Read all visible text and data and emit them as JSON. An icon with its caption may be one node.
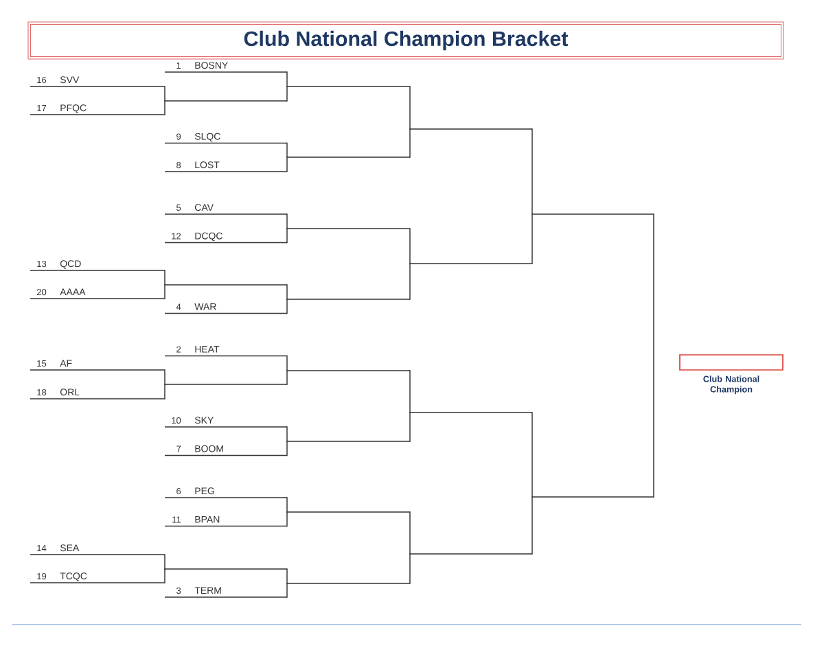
{
  "diagram": {
    "title": "Club National Champion Bracket",
    "nodes": [
      {
        "text": [
          "16",
          "SVV"
        ]
      },
      {
        "text": [
          "17",
          "PFQC"
        ]
      },
      {
        "text": [
          "13",
          "QCD"
        ]
      },
      {
        "text": [
          "20",
          "AAAA"
        ]
      },
      {
        "text": [
          "15",
          "AF"
        ]
      },
      {
        "text": [
          "18",
          "ORL"
        ]
      },
      {
        "text": [
          "14",
          "SEA"
        ]
      },
      {
        "text": [
          "19",
          "TCQC"
        ]
      },
      {
        "text": [
          "1",
          "BOSNY"
        ]
      },
      {
        "text": [],
        "shape": "line"
      },
      {
        "text": [
          "9",
          "SLQC"
        ]
      },
      {
        "text": [
          "8",
          "LOST"
        ]
      },
      {
        "text": [
          "5",
          "CAV"
        ]
      },
      {
        "text": [
          "12",
          "DCQC"
        ]
      },
      {
        "text": [],
        "shape": "line"
      },
      {
        "text": [
          "4",
          "WAR"
        ]
      },
      {
        "text": [
          "2",
          "HEAT"
        ]
      },
      {
        "text": [],
        "shape": "line"
      },
      {
        "text": [
          "10",
          "SKY"
        ]
      },
      {
        "text": [
          "7",
          "BOOM"
        ]
      },
      {
        "text": [
          "6",
          "PEG"
        ]
      },
      {
        "text": [
          "11",
          "BPAN"
        ]
      },
      {
        "text": [],
        "shape": "line"
      },
      {
        "text": [
          "3",
          "TERM"
        ]
      },
      {
        "text": [],
        "shape": "line"
      },
      {
        "text": [],
        "shape": "line"
      },
      {
        "text": [],
        "shape": "line"
      },
      {
        "text": [],
        "shape": "line"
      },
      {
        "text": [],
        "shape": "line"
      },
      {
        "text": [],
        "shape": "line"
      },
      {
        "text": [],
        "shape": "line"
      },
      {
        "text": [],
        "shape": "line"
      },
      {
        "text": [],
        "shape": "line"
      },
      {
        "text": [],
        "shape": "line"
      },
      {
        "text": [],
        "shape": "line"
      },
      {
        "text": [],
        "shape": "line"
      },
      {
        "text": [],
        "shape": "line"
      },
      {
        "text": [],
        "shape": "line"
      },
      {
        "text": [],
        "shape": "box",
        "beside": [
          "Club National Champion"
        ]
      }
    ],
    "edges": [
      {
        "from": 0,
        "to": 9,
        "arrow": "none"
      },
      {
        "from": 1,
        "to": 9,
        "arrow": "none"
      },
      {
        "from": 2,
        "to": 14,
        "arrow": "none"
      },
      {
        "from": 3,
        "to": 14,
        "arrow": "none"
      },
      {
        "from": 4,
        "to": 17,
        "arrow": "none"
      },
      {
        "from": 5,
        "to": 17,
        "arrow": "none"
      },
      {
        "from": 6,
        "to": 22,
        "arrow": "none"
      },
      {
        "from": 7,
        "to": 22,
        "arrow": "none"
      },
      {
        "from": 8,
        "to": 24,
        "arrow": "none"
      },
      {
        "from": 9,
        "to": 24,
        "arrow": "none"
      },
      {
        "from": 10,
        "to": 25,
        "arrow": "none"
      },
      {
        "from": 11,
        "to": 25,
        "arrow": "none"
      },
      {
        "from": 12,
        "to": 26,
        "arrow": "none"
      },
      {
        "from": 13,
        "to": 26,
        "arrow": "none"
      },
      {
        "from": 14,
        "to": 27,
        "arrow": "none"
      },
      {
        "from": 15,
        "to": 27,
        "arrow": "none"
      },
      {
        "from": 16,
        "to": 28,
        "arrow": "none"
      },
      {
        "from": 17,
        "to": 28,
        "arrow": "none"
      },
      {
        "from": 18,
        "to": 29,
        "arrow": "none"
      },
      {
        "from": 19,
        "to": 29,
        "arrow": "none"
      },
      {
        "from": 20,
        "to": 30,
        "arrow": "none"
      },
      {
        "from": 21,
        "to": 30,
        "arrow": "none"
      },
      {
        "from": 22,
        "to": 31,
        "arrow": "none"
      },
      {
        "from": 23,
        "to": 31,
        "arrow": "none"
      },
      {
        "from": 24,
        "to": 32,
        "arrow": "none"
      },
      {
        "from": 25,
        "to": 32,
        "arrow": "none"
      },
      {
        "from": 26,
        "to": 33,
        "arrow": "none"
      },
      {
        "from": 27,
        "to": 33,
        "arrow": "none"
      },
      {
        "from": 28,
        "to": 34,
        "arrow": "none"
      },
      {
        "from": 29,
        "to": 34,
        "arrow": "none"
      },
      {
        "from": 30,
        "to": 35,
        "arrow": "none"
      },
      {
        "from": 31,
        "to": 35,
        "arrow": "none"
      },
      {
        "from": 32,
        "to": 36,
        "arrow": "none"
      },
      {
        "from": 33,
        "to": 36,
        "arrow": "none"
      },
      {
        "from": 34,
        "to": 37,
        "arrow": "none"
      },
      {
        "from": 35,
        "to": 37,
        "arrow": "none"
      },
      {
        "from": 36,
        "to": 37,
        "arrow": "none"
      }
    ]
  }
}
